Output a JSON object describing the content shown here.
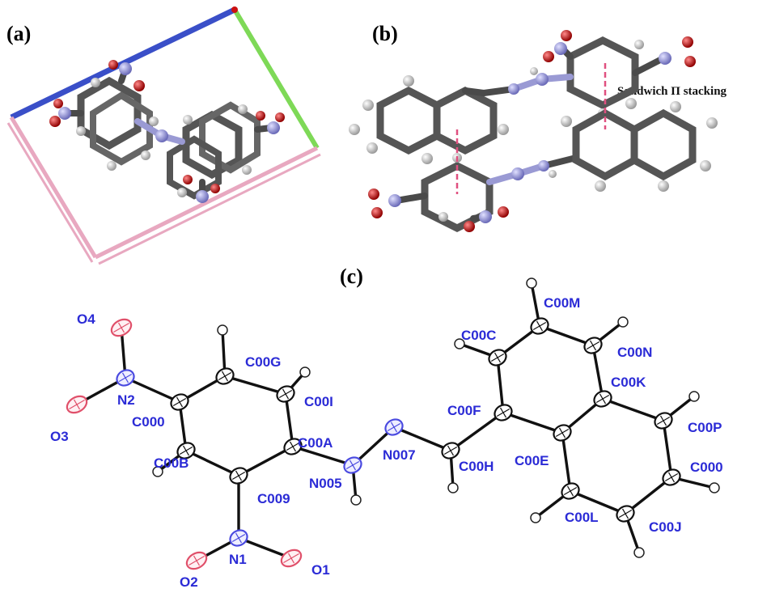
{
  "panels": {
    "a": {
      "label": "(a)"
    },
    "b": {
      "label": "(b)",
      "annotation": "Sandwich Π stacking"
    },
    "c": {
      "label": "(c)"
    }
  },
  "colors": {
    "carbon_3d": "#555555",
    "hydrogen_3d": "#d8d8d8",
    "nitrogen_3d": "#a0a0e0",
    "oxygen_3d": "#cc1111",
    "cell_a": "#3a4fc8",
    "cell_b": "#7ed957",
    "cell_c": "#e8a8c0",
    "stacking_line": "#e05080",
    "atom_label": "#2b2bd6",
    "oxygen_ellipsoid": "#e0506a",
    "nitrogen_ellipsoid": "#4a4ae0"
  },
  "atoms": [
    {
      "id": "O4",
      "label": "O4",
      "el": "O"
    },
    {
      "id": "O3",
      "label": "O3",
      "el": "O"
    },
    {
      "id": "N2",
      "label": "N2",
      "el": "N"
    },
    {
      "id": "C000a",
      "label": "C000",
      "el": "C"
    },
    {
      "id": "C00G",
      "label": "C00G",
      "el": "C"
    },
    {
      "id": "C00I",
      "label": "C00I",
      "el": "C"
    },
    {
      "id": "C00A",
      "label": "C00A",
      "el": "C"
    },
    {
      "id": "C009",
      "label": "C009",
      "el": "C"
    },
    {
      "id": "C00B",
      "label": "C00B",
      "el": "C"
    },
    {
      "id": "N1",
      "label": "N1",
      "el": "N"
    },
    {
      "id": "O1",
      "label": "O1",
      "el": "O"
    },
    {
      "id": "O2",
      "label": "O2",
      "el": "O"
    },
    {
      "id": "N005",
      "label": "N005",
      "el": "N"
    },
    {
      "id": "N007",
      "label": "N007",
      "el": "N"
    },
    {
      "id": "C00H",
      "label": "C00H",
      "el": "C"
    },
    {
      "id": "C00F",
      "label": "C00F",
      "el": "C"
    },
    {
      "id": "C00C",
      "label": "C00C",
      "el": "C"
    },
    {
      "id": "C00M",
      "label": "C00M",
      "el": "C"
    },
    {
      "id": "C00N",
      "label": "C00N",
      "el": "C"
    },
    {
      "id": "C00K",
      "label": "C00K",
      "el": "C"
    },
    {
      "id": "C00E",
      "label": "C00E",
      "el": "C"
    },
    {
      "id": "C00P",
      "label": "C00P",
      "el": "C"
    },
    {
      "id": "C000b",
      "label": "C000",
      "el": "C"
    },
    {
      "id": "C00J",
      "label": "C00J",
      "el": "C"
    },
    {
      "id": "C00L",
      "label": "C00L",
      "el": "C"
    }
  ]
}
